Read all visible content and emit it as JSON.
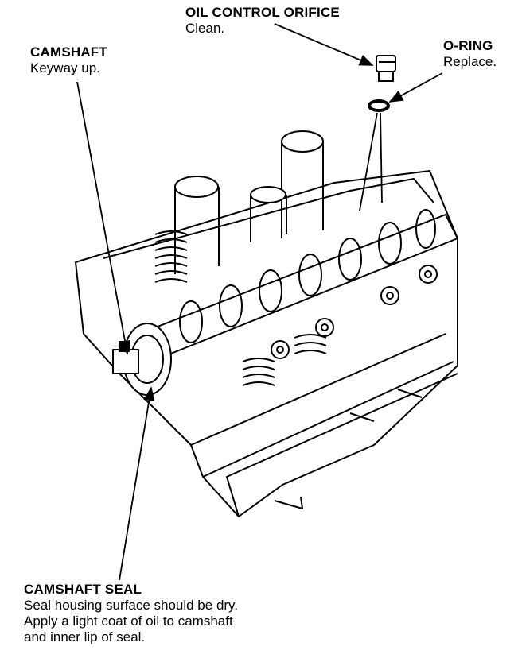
{
  "callouts": {
    "oil_orifice": {
      "title": "OIL CONTROL ORIFICE",
      "note": "Clean."
    },
    "o_ring": {
      "title": "O-RING",
      "note": "Replace."
    },
    "camshaft": {
      "title": "CAMSHAFT",
      "note": "Keyway up."
    },
    "camshaft_seal": {
      "title": "CAMSHAFT SEAL",
      "notes": [
        "Seal housing surface should be dry.",
        "Apply a light coat of oil to camshaft",
        "and inner lip of seal."
      ]
    }
  }
}
